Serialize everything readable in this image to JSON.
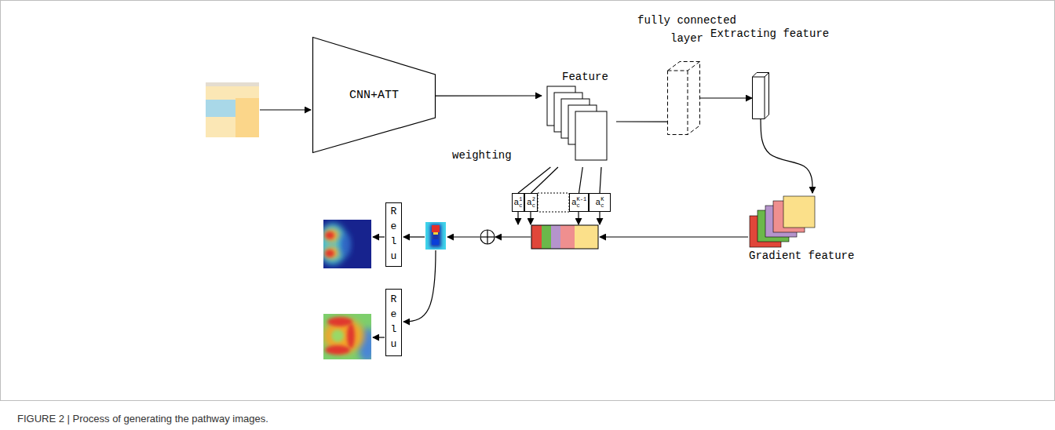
{
  "diagram": {
    "caption": "FIGURE 2 | Process of generating the pathway images.",
    "nodes": [
      {
        "text": [
          "CNN+ATT"
        ]
      },
      {
        "text": [
          "Feature"
        ]
      },
      {
        "text": [
          "fully connected layer"
        ]
      },
      {
        "text": [
          "Extracting feature"
        ]
      },
      {
        "text": [
          "a",
          "c",
          "1"
        ]
      },
      {
        "text": [
          "a",
          "c",
          "2"
        ]
      },
      {
        "text": [
          "a",
          "c",
          "K-1"
        ]
      },
      {
        "text": [
          "a",
          "c",
          "K"
        ]
      },
      {
        "text": [
          "Gradient feature"
        ]
      },
      {
        "text": [
          "Relu"
        ]
      },
      {
        "text": [
          "Relu"
        ]
      }
    ],
    "edges": [
      {
        "from": 0,
        "to": 1,
        "arrow": "to"
      },
      {
        "from": 1,
        "to": 2,
        "arrow": "none"
      },
      {
        "from": 2,
        "to": 3,
        "arrow": "to"
      },
      {
        "from": 3,
        "to": 8,
        "arrow": "to"
      },
      {
        "from": 1,
        "to": 4,
        "arrow": "none"
      },
      {
        "from": 1,
        "to": 5,
        "arrow": "none"
      },
      {
        "from": 1,
        "to": 6,
        "arrow": "none"
      },
      {
        "from": 1,
        "to": 7,
        "arrow": "none"
      }
    ],
    "labels": [
      "weighting"
    ]
  }
}
